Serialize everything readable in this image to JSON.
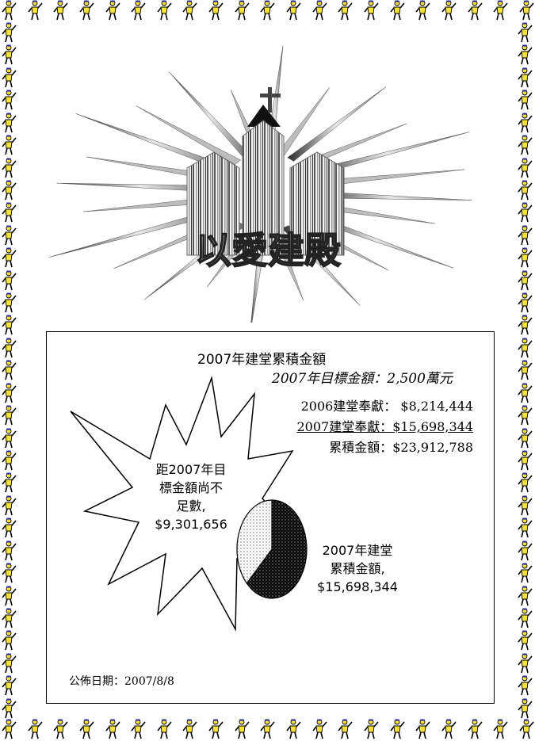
{
  "emblem": {
    "lettering": "以愛建殿",
    "icon": "church-sunburst-logo"
  },
  "border": {
    "icon": "waving-person-icon"
  },
  "chart_data": {
    "type": "pie",
    "title": "2007年建堂累積金額",
    "subtitle": "2007年目標金額：2,500萬元",
    "total": 25000000,
    "series": [
      {
        "name": "距2007年目標金額尚不足數",
        "value": 9301656,
        "pattern": "light-dots"
      },
      {
        "name": "2007年建堂累積金額",
        "value": 15698344,
        "pattern": "dark-dots"
      }
    ]
  },
  "labels": {
    "shortfall_lines": [
      "距2007年目",
      "標金額尚不",
      "足數,",
      "$9,301,656"
    ],
    "raised_lines": [
      "2007年建堂",
      "累積金額,",
      "$15,698,344"
    ]
  },
  "stats": {
    "row1": "2006建堂奉獻：  $8,214,444",
    "row2": "2007建堂奉獻：$15,698,344",
    "row3": "累積金額：$23,912,788"
  },
  "published": "公佈日期：2007/8/8"
}
